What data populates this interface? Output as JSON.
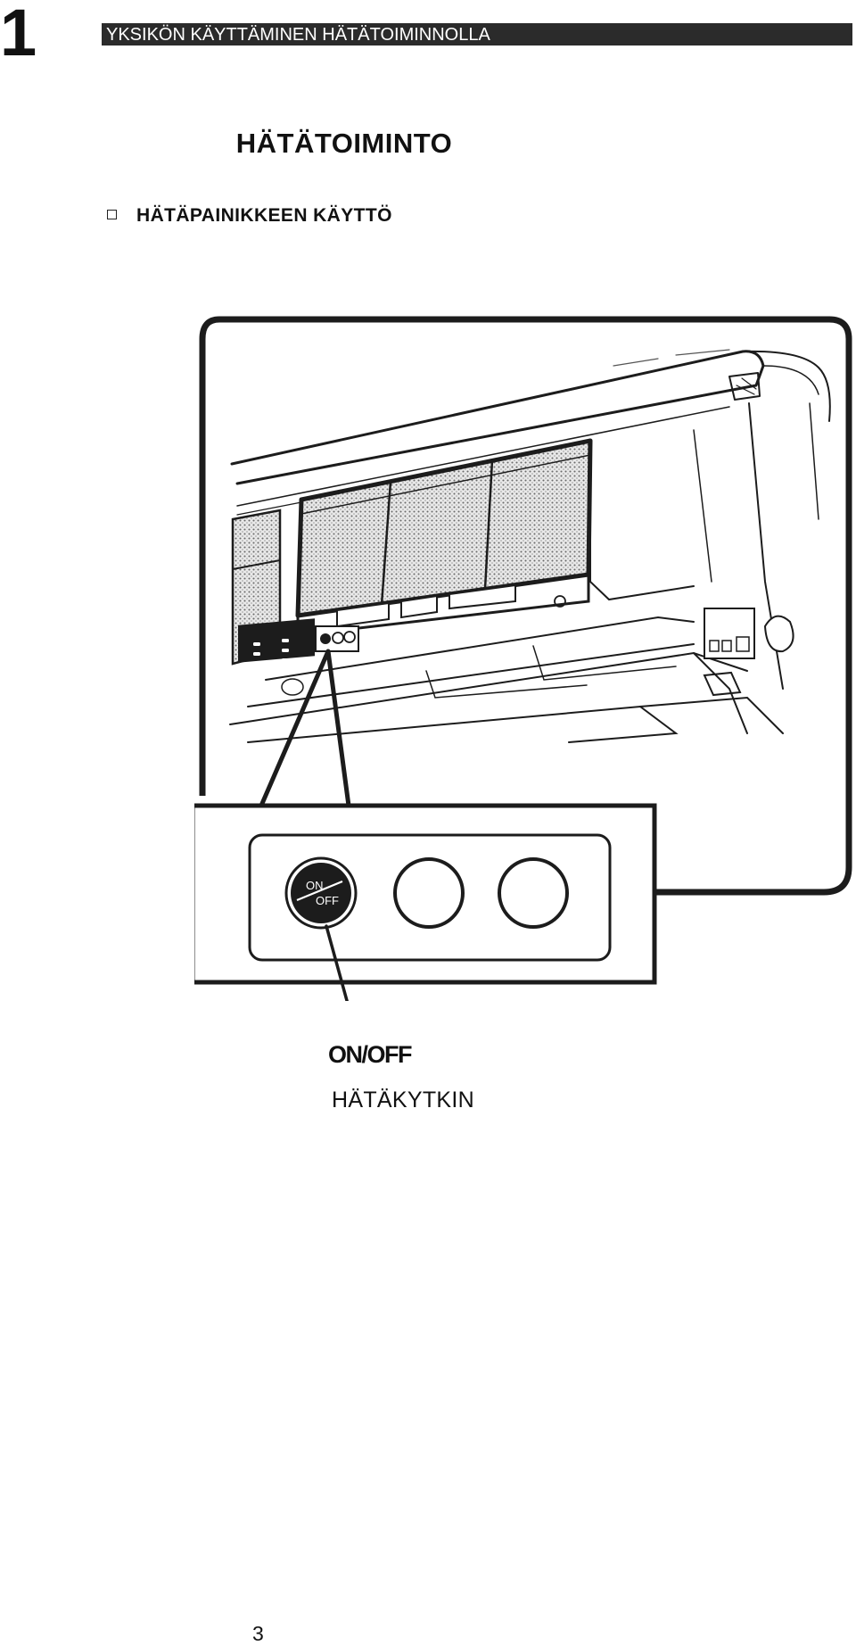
{
  "chapter_number": "1",
  "header": {
    "title": "YKSIKÖN KÄYTTÄMINEN HÄTÄTOIMINNOLLA"
  },
  "main_title": "HÄTÄTOIMINTO",
  "section": {
    "label": "HÄTÄPAINIKKEEN KÄYTTÖ"
  },
  "figure": {
    "button_label_on": "ON",
    "button_label_off": "OFF",
    "caption_title": "ON/OFF",
    "caption_subtitle": "HÄTÄKYTKIN"
  },
  "page_number": "3"
}
